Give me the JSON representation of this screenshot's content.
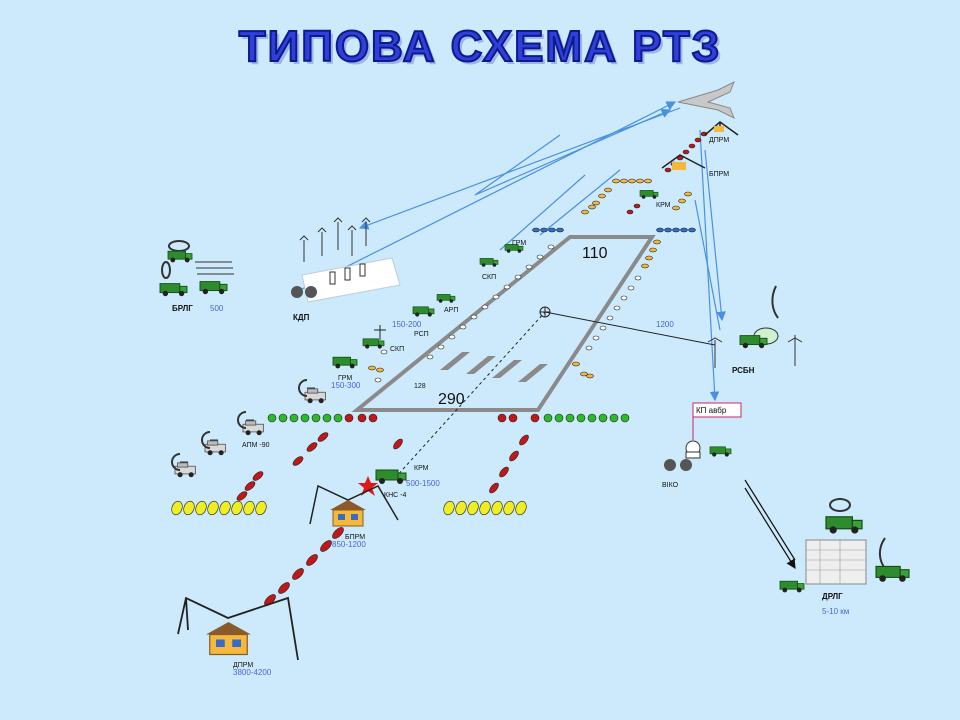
{
  "title": "ТИПОВА СХЕМА РТЗ",
  "runway": {
    "heading_far": "110",
    "heading_near": "290",
    "mark_128": "128"
  },
  "labels": {
    "dprm_top": "ДПРМ",
    "bprm_top": "БПРМ",
    "krm_top": "КРМ",
    "grm_top": "ГРМ",
    "skp_top": "СКП",
    "arp": "АРП",
    "rsp": "РСП",
    "rsp_range": "150-200",
    "skp_mid": "СКП",
    "grm_left": "ГРМ",
    "grm_left_range": "150-300",
    "apm": "АПМ -90",
    "brlg": "БРЛГ",
    "brlg_range": "500",
    "kdp": "КДП",
    "rsbn": "РСБН",
    "rsbn_range": "1200",
    "kp_avbr": "КП авбр",
    "viko": "ВІКО",
    "krm_bottom": "КРМ",
    "krm_bottom_range": "500-1500",
    "kns": "КНС -4",
    "bprm_bottom": "БПРМ",
    "bprm_bottom_range": "850-1200",
    "dprm_bottom": "ДПРМ",
    "dprm_bottom_range": "3800-4200",
    "drlg": "ДРЛГ",
    "drlg_range": "5-10 км"
  },
  "colors": {
    "title": "#2f3fd8",
    "background": "#cdeafc",
    "runway": "#8a8a8a",
    "arrow": "#4a90e0",
    "vehicle": "#2e8b2e",
    "house": "#f4b83a"
  }
}
